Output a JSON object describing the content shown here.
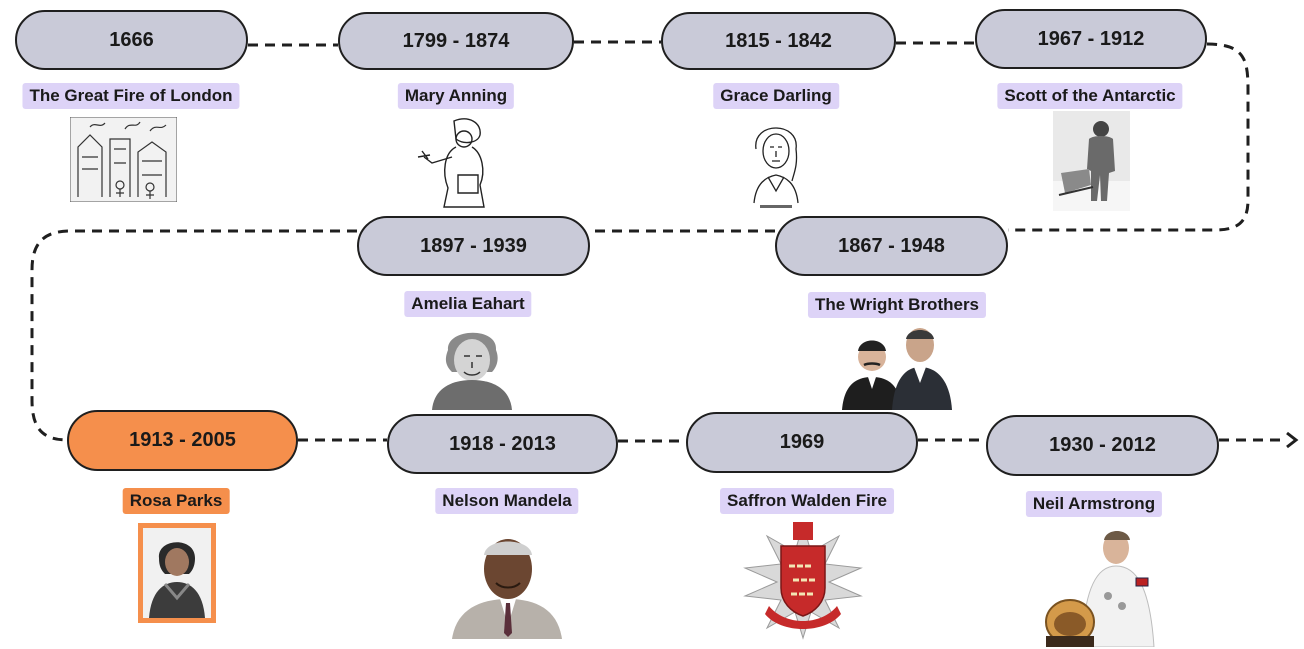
{
  "colors": {
    "pill_fill": "#c9cad8",
    "highlight": "#f58f4c",
    "label_bg": "#ddd3f7",
    "line": "#1f1f1f"
  },
  "events": [
    {
      "years": "1666",
      "name": "The Great Fire of London",
      "icon": "great-fire-engraving"
    },
    {
      "years": "1799 - 1874",
      "name": "Mary Anning",
      "icon": "fossil-hunter-sketch"
    },
    {
      "years": "1815 - 1842",
      "name": "Grace Darling",
      "icon": "portrait-sketch"
    },
    {
      "years": "1967 - 1912",
      "name": "Scott of the Antarctic",
      "icon": "explorer-photo"
    },
    {
      "years": "1867 - 1948",
      "name": "The Wright Brothers",
      "icon": "two-men-photo"
    },
    {
      "years": "1897 - 1939",
      "name": "Amelia Eahart",
      "icon": "aviator-portrait"
    },
    {
      "years": "1913 - 2005",
      "name": "Rosa Parks",
      "icon": "portrait-photo",
      "highlight": true
    },
    {
      "years": "1918 - 2013",
      "name": "Nelson Mandela",
      "icon": "portrait-photo"
    },
    {
      "years": "1969",
      "name": "Saffron Walden Fire",
      "icon": "fire-rescue-badge"
    },
    {
      "years": "1930 - 2012",
      "name": "Neil Armstrong",
      "icon": "astronaut-photo"
    }
  ]
}
